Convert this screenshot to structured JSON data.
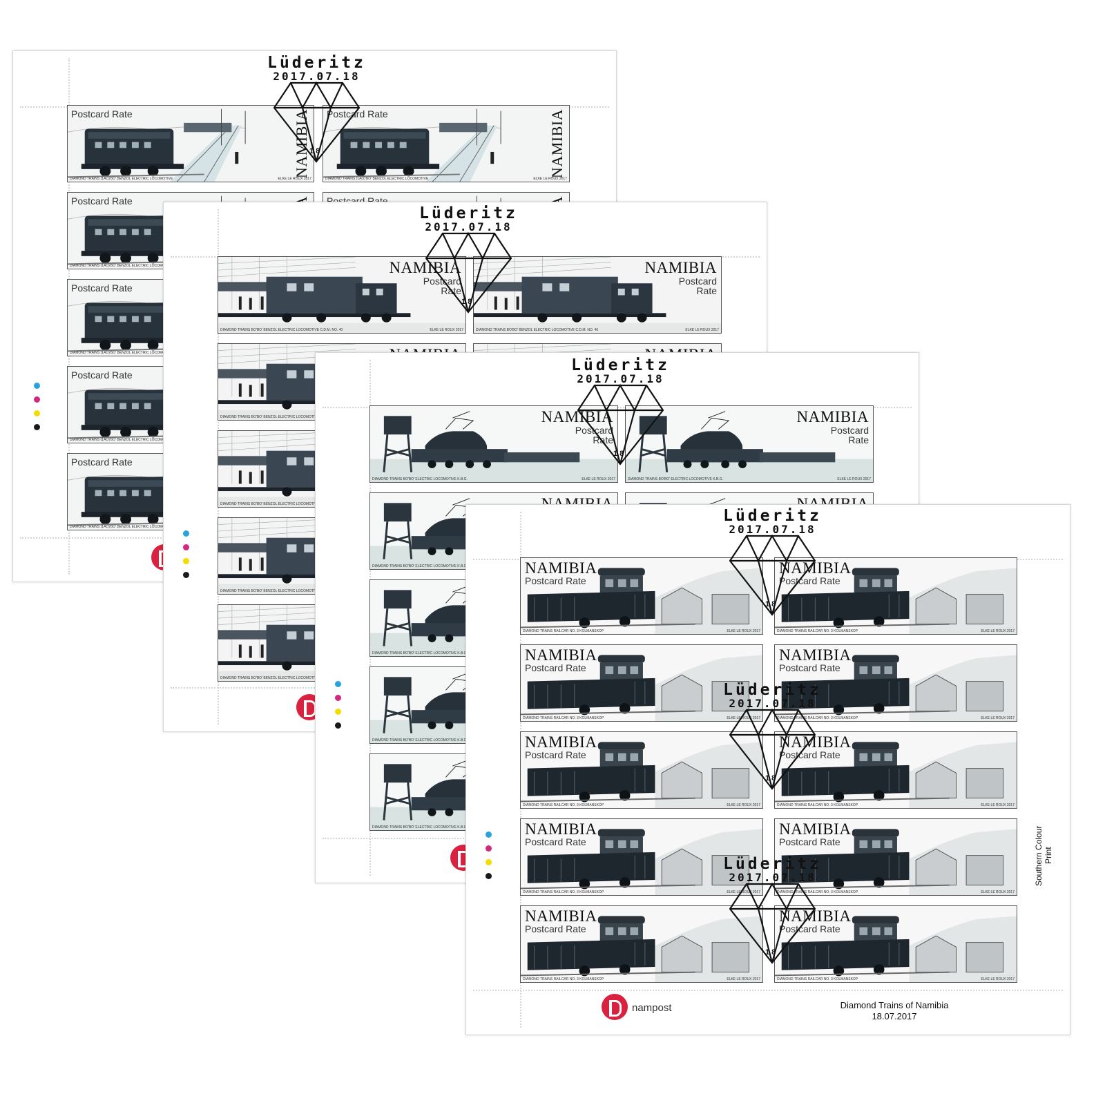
{
  "postmark": {
    "town": "Lüderitz",
    "date": "2017.07.18",
    "number": "1 8"
  },
  "sheet_a": {
    "country": "NAMIBIA",
    "rate": "Postcard Rate",
    "caption_left": "DIAMOND TRAINS (1AO)'BO' BENZOL ELECTRIC LOCOMOTIVE",
    "caption_right": "ELKE LE ROUX 2017"
  },
  "sheet_b": {
    "country": "NAMIBIA",
    "rate_1": "Postcard",
    "rate_2": "Rate",
    "caption_left": "DIAMOND TRAINS BO'BO' BENZOL ELECTRIC LOCOMOTIVE C.D.M. NO. 40",
    "caption_right": "ELKE LE ROUX 2017"
  },
  "sheet_c": {
    "country": "NAMIBIA",
    "rate_1": "Postcard",
    "rate_2": "Rate",
    "caption_left": "DIAMOND TRAINS BO'BO' ELECTRIC LOCOMOTIVE K.B.G.",
    "caption_right": "ELKE LE ROUX 2017"
  },
  "sheet_d": {
    "country": "NAMIBIA",
    "rate": "Postcard Rate",
    "caption_left": "DIAMOND TRAINS RAILCAR NO. 3 KOLMANSKOP",
    "caption_right": "ELKE LE ROUX 2017",
    "brand": "nampost",
    "info_title": "Diamond Trains of Namibia",
    "info_date": "18.07.2017",
    "printer_1": "Southern Colour",
    "printer_2": "Print"
  },
  "colors": {
    "cyan": "#29a3dd",
    "magenta": "#d2287f",
    "yellow": "#f4dc00",
    "black": "#1a1a1a",
    "brand_red": "#d8223f"
  }
}
